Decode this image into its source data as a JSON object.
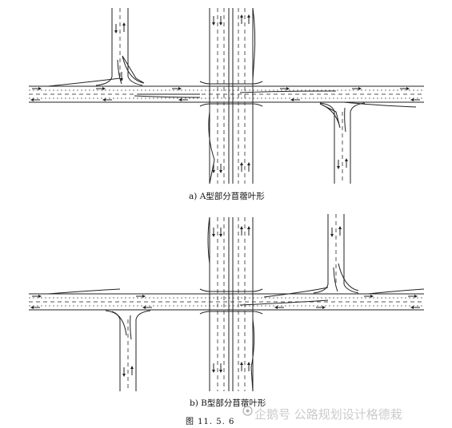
{
  "diagram_a": {
    "caption": "a) A型部分苜蓿叶形"
  },
  "diagram_b": {
    "caption": "b) B型部分苜蓿叶形"
  },
  "figure_label": "图    11. 5. 6",
  "watermark": {
    "text": "企鹅号 公路规划设计格德栽"
  },
  "colors": {
    "line": "#222222",
    "dash": "#555555",
    "watermark": "#a0a0a0"
  }
}
